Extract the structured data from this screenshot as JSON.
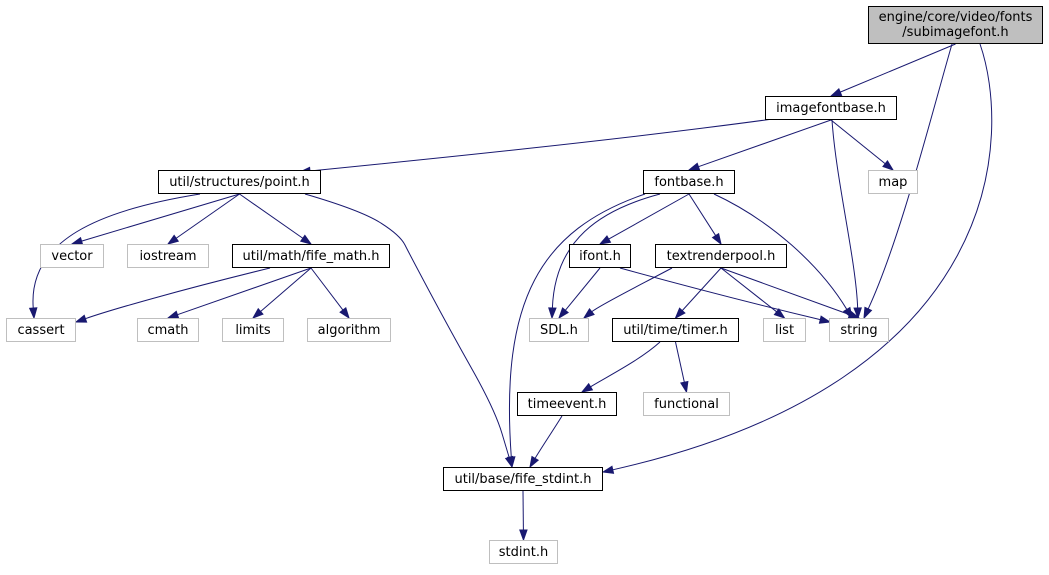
{
  "graph": {
    "edge_color": "#191970",
    "root_fill": "#bfbfbf",
    "local_border": "#000000",
    "external_border": "#bfbfbf",
    "nodes": [
      {
        "id": "subimagefont",
        "label": "engine/core/video/fonts\n/subimagefont.h",
        "kind": "root"
      },
      {
        "id": "imagefontbase",
        "label": "imagefontbase.h",
        "kind": "local"
      },
      {
        "id": "point",
        "label": "util/structures/point.h",
        "kind": "local"
      },
      {
        "id": "fontbase",
        "label": "fontbase.h",
        "kind": "local"
      },
      {
        "id": "map",
        "label": "map",
        "kind": "external"
      },
      {
        "id": "vector",
        "label": "vector",
        "kind": "external"
      },
      {
        "id": "iostream",
        "label": "iostream",
        "kind": "external"
      },
      {
        "id": "fife_math",
        "label": "util/math/fife_math.h",
        "kind": "local"
      },
      {
        "id": "ifont",
        "label": "ifont.h",
        "kind": "local"
      },
      {
        "id": "textrenderpool",
        "label": "textrenderpool.h",
        "kind": "local"
      },
      {
        "id": "cassert",
        "label": "cassert",
        "kind": "external"
      },
      {
        "id": "cmath",
        "label": "cmath",
        "kind": "external"
      },
      {
        "id": "limits",
        "label": "limits",
        "kind": "external"
      },
      {
        "id": "algorithm",
        "label": "algorithm",
        "kind": "external"
      },
      {
        "id": "sdl",
        "label": "SDL.h",
        "kind": "external"
      },
      {
        "id": "timer",
        "label": "util/time/timer.h",
        "kind": "local"
      },
      {
        "id": "list",
        "label": "list",
        "kind": "external"
      },
      {
        "id": "string",
        "label": "string",
        "kind": "external"
      },
      {
        "id": "timeevent",
        "label": "timeevent.h",
        "kind": "local"
      },
      {
        "id": "functional",
        "label": "functional",
        "kind": "external"
      },
      {
        "id": "fife_stdint",
        "label": "util/base/fife_stdint.h",
        "kind": "local"
      },
      {
        "id": "stdint",
        "label": "stdint.h",
        "kind": "external"
      }
    ],
    "edges": [
      {
        "from": "subimagefont",
        "to": "imagefontbase"
      },
      {
        "from": "subimagefont",
        "to": "string"
      },
      {
        "from": "subimagefont",
        "to": "fife_stdint"
      },
      {
        "from": "imagefontbase",
        "to": "point"
      },
      {
        "from": "imagefontbase",
        "to": "fontbase"
      },
      {
        "from": "imagefontbase",
        "to": "map"
      },
      {
        "from": "imagefontbase",
        "to": "string"
      },
      {
        "from": "point",
        "to": "cassert"
      },
      {
        "from": "point",
        "to": "vector"
      },
      {
        "from": "point",
        "to": "iostream"
      },
      {
        "from": "point",
        "to": "fife_math"
      },
      {
        "from": "point",
        "to": "fife_stdint"
      },
      {
        "from": "fife_math",
        "to": "cassert"
      },
      {
        "from": "fife_math",
        "to": "cmath"
      },
      {
        "from": "fife_math",
        "to": "limits"
      },
      {
        "from": "fife_math",
        "to": "algorithm"
      },
      {
        "from": "fontbase",
        "to": "sdl"
      },
      {
        "from": "fontbase",
        "to": "fife_stdint"
      },
      {
        "from": "fontbase",
        "to": "ifont"
      },
      {
        "from": "fontbase",
        "to": "textrenderpool"
      },
      {
        "from": "fontbase",
        "to": "string"
      },
      {
        "from": "ifont",
        "to": "sdl"
      },
      {
        "from": "ifont",
        "to": "string"
      },
      {
        "from": "textrenderpool",
        "to": "sdl"
      },
      {
        "from": "textrenderpool",
        "to": "timer"
      },
      {
        "from": "textrenderpool",
        "to": "list"
      },
      {
        "from": "textrenderpool",
        "to": "string"
      },
      {
        "from": "timer",
        "to": "timeevent"
      },
      {
        "from": "timer",
        "to": "functional"
      },
      {
        "from": "timeevent",
        "to": "fife_stdint"
      },
      {
        "from": "fife_stdint",
        "to": "stdint"
      }
    ]
  }
}
